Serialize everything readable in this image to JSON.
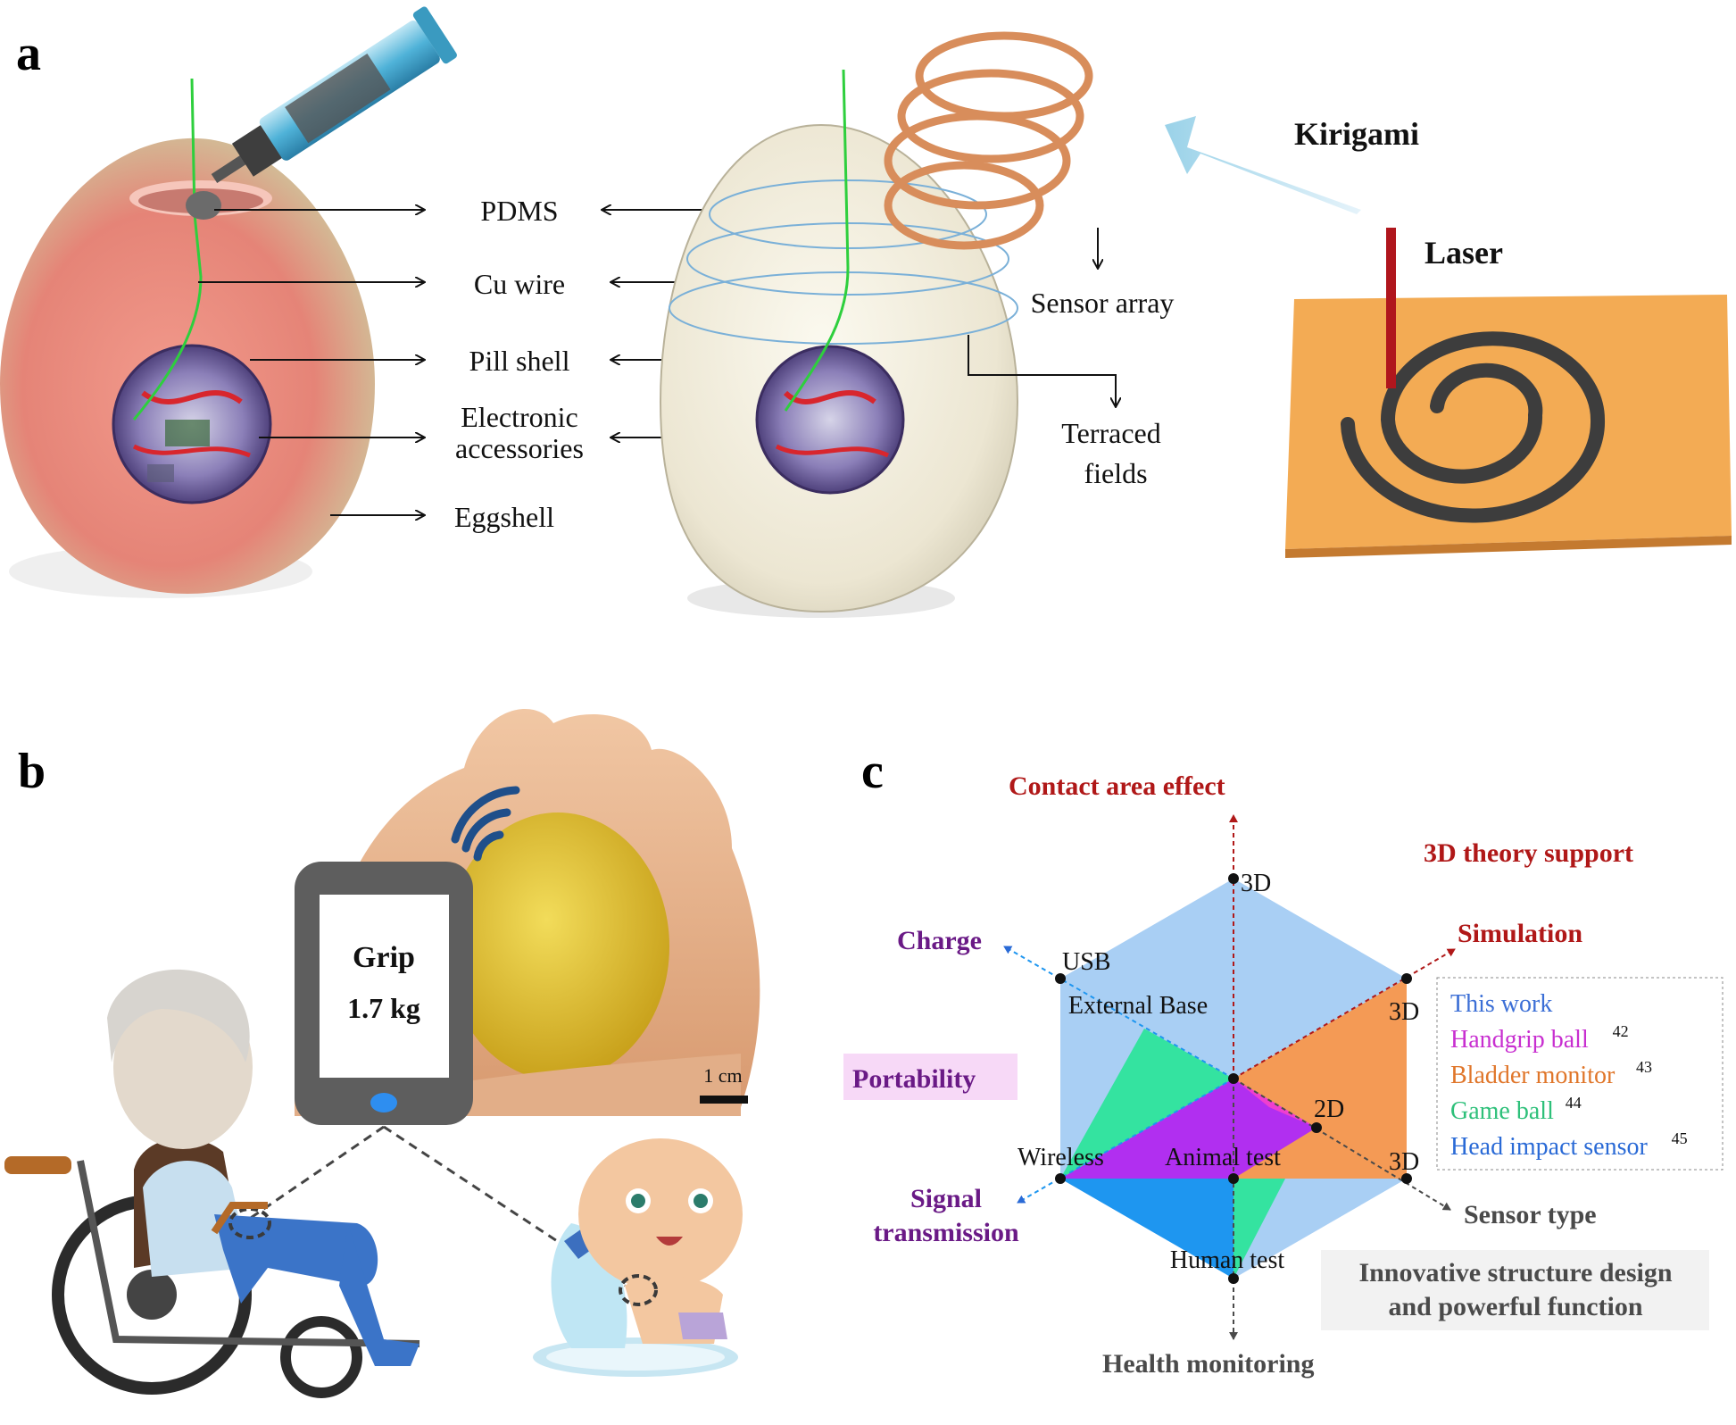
{
  "panel_labels": {
    "a": "a",
    "b": "b",
    "c": "c"
  },
  "panel_a": {
    "labels": {
      "pdms": "PDMS",
      "cu_wire": "Cu wire",
      "pill_shell": "Pill shell",
      "electronic_line1": "Electronic",
      "electronic_line2": "accessories",
      "eggshell": "Eggshell",
      "sensor_array": "Sensor array",
      "terraced_line1": "Terraced",
      "terraced_line2": "fields",
      "kirigami": "Kirigami",
      "laser": "Laser"
    }
  },
  "panel_b": {
    "phone_title": "Grip",
    "phone_value": "1.7 kg",
    "scale_bar": "1 cm"
  },
  "panel_c": {
    "axes": {
      "top": "Contact area effect",
      "upper_right": "Simulation",
      "lower_right": "Sensor type",
      "bottom": "Health monitoring",
      "lower_left_line1": "Signal",
      "lower_left_line2": "transmission",
      "upper_left": "Charge"
    },
    "annotations": {
      "theory": "3D theory support",
      "portability": "Portability",
      "innovative_line1": "Innovative structure design",
      "innovative_line2": "and powerful function"
    },
    "points": {
      "top_3d": "3D",
      "right_upper_3d": "3D",
      "right_lower_3d": "3D",
      "two_d": "2D",
      "usb": "USB",
      "external_base": "External Base",
      "wireless": "Wireless",
      "animal_test": "Animal test",
      "human_test": "Human test"
    },
    "legend": [
      {
        "label": "This work",
        "ref": "",
        "color": "#3c6fd6"
      },
      {
        "label": "Handgrip ball",
        "ref": "42",
        "color": "#c82fd0"
      },
      {
        "label": "Bladder monitor",
        "ref": "43",
        "color": "#e0762a"
      },
      {
        "label": "Game ball",
        "ref": "44",
        "color": "#2ec07a"
      },
      {
        "label": "Head impact sensor",
        "ref": "45",
        "color": "#2a6ad6"
      }
    ],
    "colors": {
      "this_work": "#a9cff4",
      "handgrip": "#b12ff0",
      "handgrip_tip": "#f03fcf",
      "bladder": "#f49a55",
      "game": "#34e3a0",
      "head": "#1e96f0",
      "axis_red": "#b01818",
      "axis_purple": "#6a1a86",
      "axis_gray": "#4a4a4a"
    }
  }
}
